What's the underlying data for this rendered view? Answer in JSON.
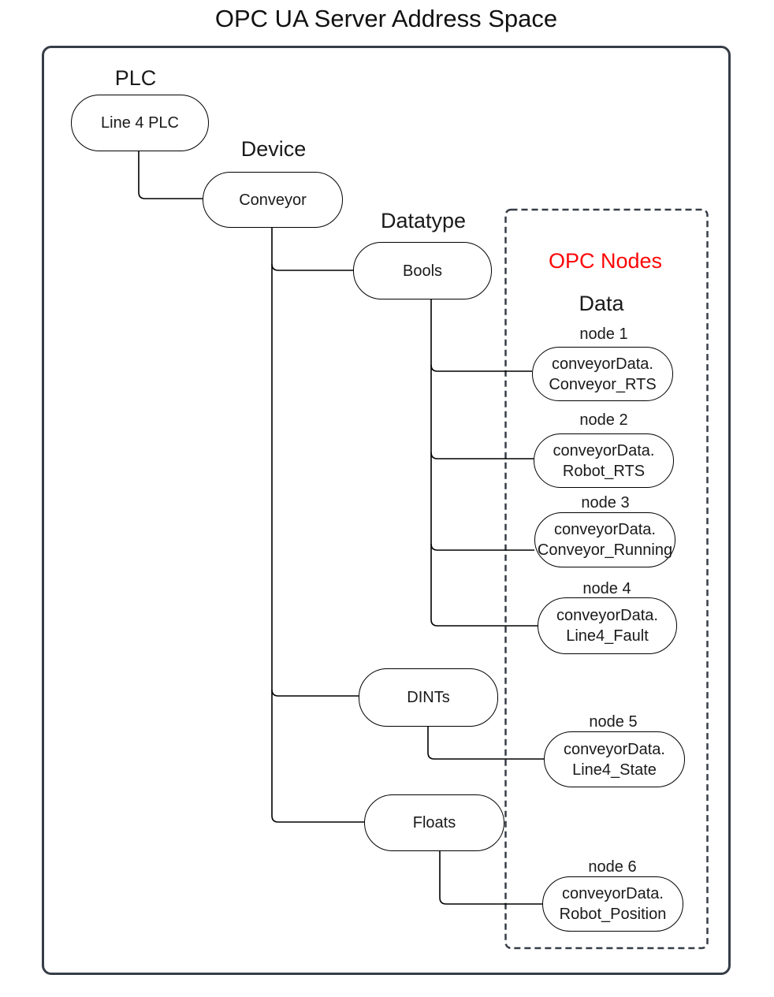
{
  "title": "OPC UA Server Address Space",
  "colors": {
    "accent_red": "#fe0505",
    "frame": "#363d47",
    "connector": "#000000",
    "background": "#ffffff"
  },
  "groups": {
    "plc_label": "PLC",
    "device_label": "Device",
    "datatype_label": "Datatype"
  },
  "opc_box": {
    "title": "OPC Nodes",
    "subtitle": "Data"
  },
  "tree": {
    "plc": "Line 4 PLC",
    "device": "Conveyor",
    "datatypes": [
      "Bools",
      "DINTs",
      "Floats"
    ]
  },
  "opc_nodes": [
    {
      "id": "node 1",
      "line1": "conveyorData.",
      "line2": "Conveyor_RTS"
    },
    {
      "id": "node 2",
      "line1": "conveyorData.",
      "line2": "Robot_RTS"
    },
    {
      "id": "node 3",
      "line1": "conveyorData.",
      "line2": "Conveyor_Running"
    },
    {
      "id": "node 4",
      "line1": "conveyorData.",
      "line2": "Line4_Fault"
    },
    {
      "id": "node 5",
      "line1": "conveyorData.",
      "line2": "Line4_State"
    },
    {
      "id": "node 6",
      "line1": "conveyorData.",
      "line2": "Robot_Position"
    }
  ]
}
